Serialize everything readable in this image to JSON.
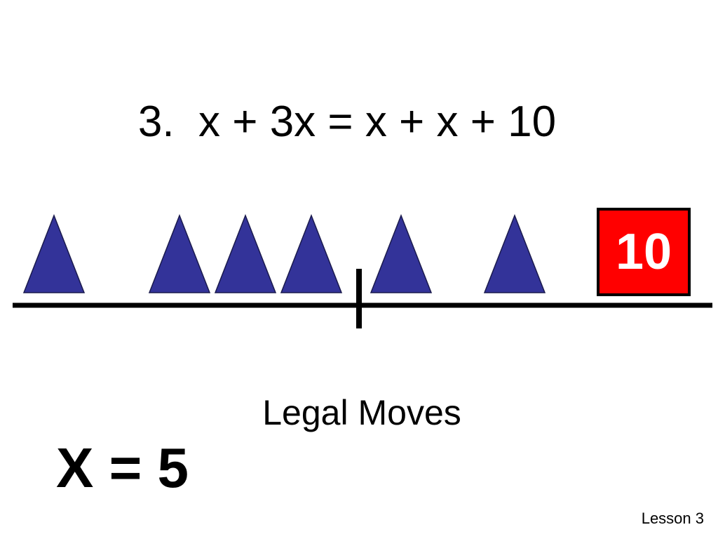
{
  "slide": {
    "equation": "3.  x + 3x = x + x + 10",
    "constant_label": "10",
    "subtitle": "Legal Moves",
    "answer": "X = 5",
    "footer": "Lesson 3"
  },
  "scene": {
    "left_side_x_tiles": 4,
    "right_side_x_tiles": 2,
    "right_side_constant": 10,
    "tile_icon": "triangle-icon",
    "constant_icon": "square-icon"
  },
  "colors": {
    "background": "#ffffff",
    "x_tile_fill": "#333399",
    "x_tile_stroke": "#1a1a4d",
    "constant_fill": "#ff0000",
    "constant_text": "#ffffff",
    "balance_line": "#000000"
  }
}
